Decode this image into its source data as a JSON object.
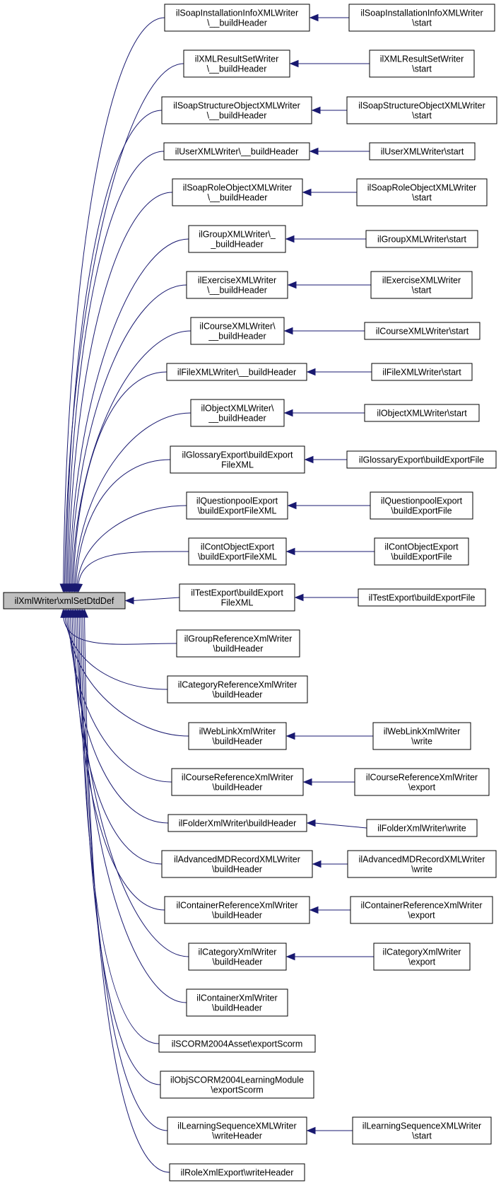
{
  "root": {
    "id": "root",
    "lines": [
      "ilXmlWriter\\xmlSetDtdDef"
    ]
  },
  "callers": [
    {
      "id": "c1",
      "lines": [
        "ilSoapInstallationInfoXMLWriter",
        "\\__buildHeader"
      ]
    },
    {
      "id": "c2",
      "lines": [
        "ilXMLResultSetWriter",
        "\\__buildHeader"
      ]
    },
    {
      "id": "c3",
      "lines": [
        "ilSoapStructureObjectXMLWriter",
        "\\__buildHeader"
      ]
    },
    {
      "id": "c4",
      "lines": [
        "ilUserXMLWriter\\__buildHeader"
      ]
    },
    {
      "id": "c5",
      "lines": [
        "ilSoapRoleObjectXMLWriter",
        "\\__buildHeader"
      ]
    },
    {
      "id": "c6",
      "lines": [
        "ilGroupXMLWriter\\_",
        "_buildHeader"
      ]
    },
    {
      "id": "c7",
      "lines": [
        "ilExerciseXMLWriter",
        "\\__buildHeader"
      ]
    },
    {
      "id": "c8",
      "lines": [
        "ilCourseXMLWriter\\",
        "__buildHeader"
      ]
    },
    {
      "id": "c9",
      "lines": [
        "ilFileXMLWriter\\__buildHeader"
      ]
    },
    {
      "id": "c10",
      "lines": [
        "ilObjectXMLWriter\\",
        "__buildHeader"
      ]
    },
    {
      "id": "c11",
      "lines": [
        "ilGlossaryExport\\buildExport",
        "FileXML"
      ]
    },
    {
      "id": "c12",
      "lines": [
        "ilQuestionpoolExport",
        "\\buildExportFileXML"
      ]
    },
    {
      "id": "c13",
      "lines": [
        "ilContObjectExport",
        "\\buildExportFileXML"
      ]
    },
    {
      "id": "c14",
      "lines": [
        "ilTestExport\\buildExport",
        "FileXML"
      ]
    },
    {
      "id": "c15",
      "lines": [
        "ilGroupReferenceXmlWriter",
        "\\buildHeader"
      ]
    },
    {
      "id": "c16",
      "lines": [
        "ilCategoryReferenceXmlWriter",
        "\\buildHeader"
      ]
    },
    {
      "id": "c17",
      "lines": [
        "ilWebLinkXmlWriter",
        "\\buildHeader"
      ]
    },
    {
      "id": "c18",
      "lines": [
        "ilCourseReferenceXmlWriter",
        "\\buildHeader"
      ]
    },
    {
      "id": "c19",
      "lines": [
        "ilFolderXmlWriter\\buildHeader"
      ]
    },
    {
      "id": "c20",
      "lines": [
        "ilAdvancedMDRecordXMLWriter",
        "\\buildHeader"
      ]
    },
    {
      "id": "c21",
      "lines": [
        "ilContainerReferenceXmlWriter",
        "\\buildHeader"
      ]
    },
    {
      "id": "c22",
      "lines": [
        "ilCategoryXmlWriter",
        "\\buildHeader"
      ]
    },
    {
      "id": "c23",
      "lines": [
        "ilContainerXmlWriter",
        "\\buildHeader"
      ]
    },
    {
      "id": "c24",
      "lines": [
        "ilSCORM2004Asset\\exportScorm"
      ]
    },
    {
      "id": "c25",
      "lines": [
        "ilObjSCORM2004LearningModule",
        "\\exportScorm"
      ]
    },
    {
      "id": "c26",
      "lines": [
        "ilLearningSequenceXMLWriter",
        "\\writeHeader"
      ]
    },
    {
      "id": "c27",
      "lines": [
        "ilRoleXmlExport\\writeHeader"
      ]
    }
  ],
  "callers2": [
    {
      "id": "d1",
      "target": "c1",
      "lines": [
        "ilSoapInstallationInfoXMLWriter",
        "\\start"
      ]
    },
    {
      "id": "d2",
      "target": "c2",
      "lines": [
        "ilXMLResultSetWriter",
        "\\start"
      ]
    },
    {
      "id": "d3",
      "target": "c3",
      "lines": [
        "ilSoapStructureObjectXMLWriter",
        "\\start"
      ]
    },
    {
      "id": "d4",
      "target": "c4",
      "lines": [
        "ilUserXMLWriter\\start"
      ]
    },
    {
      "id": "d5",
      "target": "c5",
      "lines": [
        "ilSoapRoleObjectXMLWriter",
        "\\start"
      ]
    },
    {
      "id": "d6",
      "target": "c6",
      "lines": [
        "ilGroupXMLWriter\\start"
      ]
    },
    {
      "id": "d7",
      "target": "c7",
      "lines": [
        "ilExerciseXMLWriter",
        "\\start"
      ]
    },
    {
      "id": "d8",
      "target": "c8",
      "lines": [
        "ilCourseXMLWriter\\start"
      ]
    },
    {
      "id": "d9",
      "target": "c9",
      "lines": [
        "ilFileXMLWriter\\start"
      ]
    },
    {
      "id": "d10",
      "target": "c10",
      "lines": [
        "ilObjectXMLWriter\\start"
      ]
    },
    {
      "id": "d11",
      "target": "c11",
      "lines": [
        "ilGlossaryExport\\buildExportFile"
      ]
    },
    {
      "id": "d12",
      "target": "c12",
      "lines": [
        "ilQuestionpoolExport",
        "\\buildExportFile"
      ]
    },
    {
      "id": "d13",
      "target": "c13",
      "lines": [
        "ilContObjectExport",
        "\\buildExportFile"
      ]
    },
    {
      "id": "d14",
      "target": "c14",
      "lines": [
        "ilTestExport\\buildExportFile"
      ]
    },
    {
      "id": "d17",
      "target": "c17",
      "lines": [
        "ilWebLinkXmlWriter",
        "\\write"
      ]
    },
    {
      "id": "d18",
      "target": "c18",
      "lines": [
        "ilCourseReferenceXmlWriter",
        "\\export"
      ]
    },
    {
      "id": "d19",
      "target": "c19",
      "lines": [
        "ilFolderXmlWriter\\write"
      ]
    },
    {
      "id": "d20",
      "target": "c20",
      "lines": [
        "ilAdvancedMDRecordXMLWriter",
        "\\write"
      ]
    },
    {
      "id": "d21",
      "target": "c21",
      "lines": [
        "ilContainerReferenceXmlWriter",
        "\\export"
      ]
    },
    {
      "id": "d22",
      "target": "c22",
      "lines": [
        "ilCategoryXmlWriter",
        "\\export"
      ]
    },
    {
      "id": "d26",
      "target": "c26",
      "lines": [
        "ilLearningSequenceXMLWriter",
        "\\start"
      ]
    }
  ]
}
